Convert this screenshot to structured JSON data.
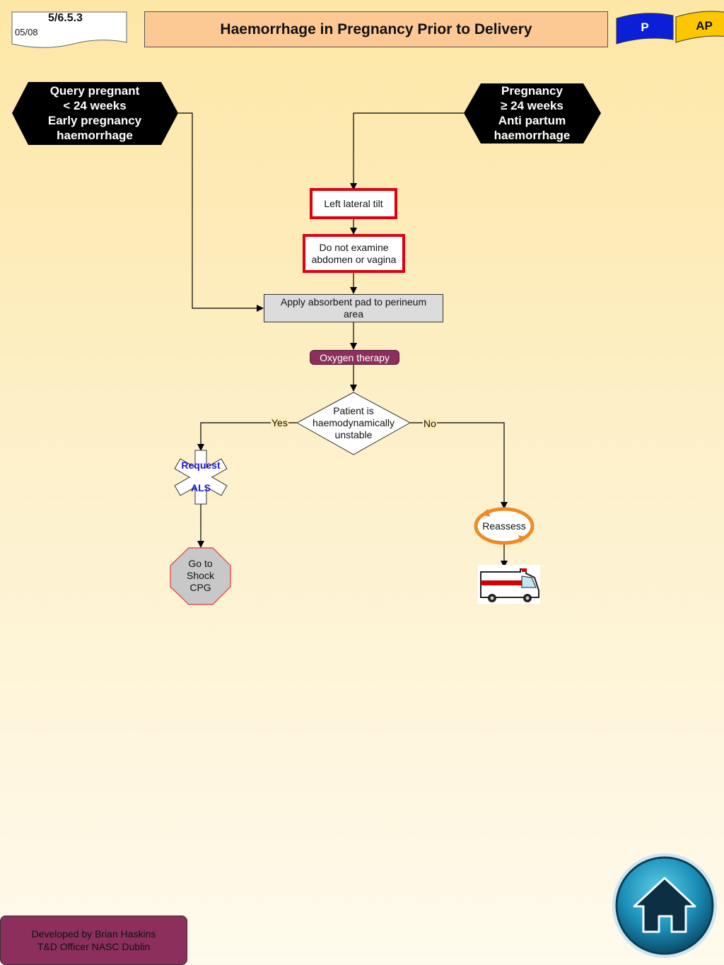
{
  "header": {
    "code": "5/6.5.3",
    "date": "05/08",
    "title": "Haemorrhage in Pregnancy Prior to Delivery",
    "flag_p": "P",
    "flag_ap": "AP"
  },
  "flow": {
    "start_left": [
      "Query pregnant",
      "< 24 weeks",
      "Early pregnancy",
      "haemorrhage"
    ],
    "start_right": [
      "Pregnancy",
      "≥ 24 weeks",
      "Anti partum",
      "haemorrhage"
    ],
    "left_tilt": "Left lateral tilt",
    "no_examine": [
      "Do not examine",
      "abdomen or vagina"
    ],
    "absorbent_pad": [
      "Apply absorbent pad to perineum",
      "area"
    ],
    "oxygen": "Oxygen therapy",
    "decision": [
      "Patient is",
      "haemodynamically",
      "unstable"
    ],
    "yes_label": "Yes",
    "no_label": "No",
    "request_als": [
      "Request",
      "ALS"
    ],
    "shock": [
      "Go to",
      "Shock",
      "CPG"
    ],
    "reassess": "Reassess"
  },
  "footer": {
    "line1": "Developed by Brian Haskins",
    "line2": "T&D Officer NASC Dublin"
  },
  "icons": [
    "ambulance-icon",
    "home-icon",
    "reassess-cycle-icon",
    "star-of-life-icon"
  ],
  "colors": {
    "title_bg": "#fcc995",
    "flag_p": "#0b1fd8",
    "flag_ap": "#fdc700",
    "hexagon": "#000000",
    "red_border": "#e0000f",
    "oxygen_pill": "#8c2f5c",
    "footer_bg": "#8c2f5c",
    "stop_sign": "#c8c8c8"
  }
}
